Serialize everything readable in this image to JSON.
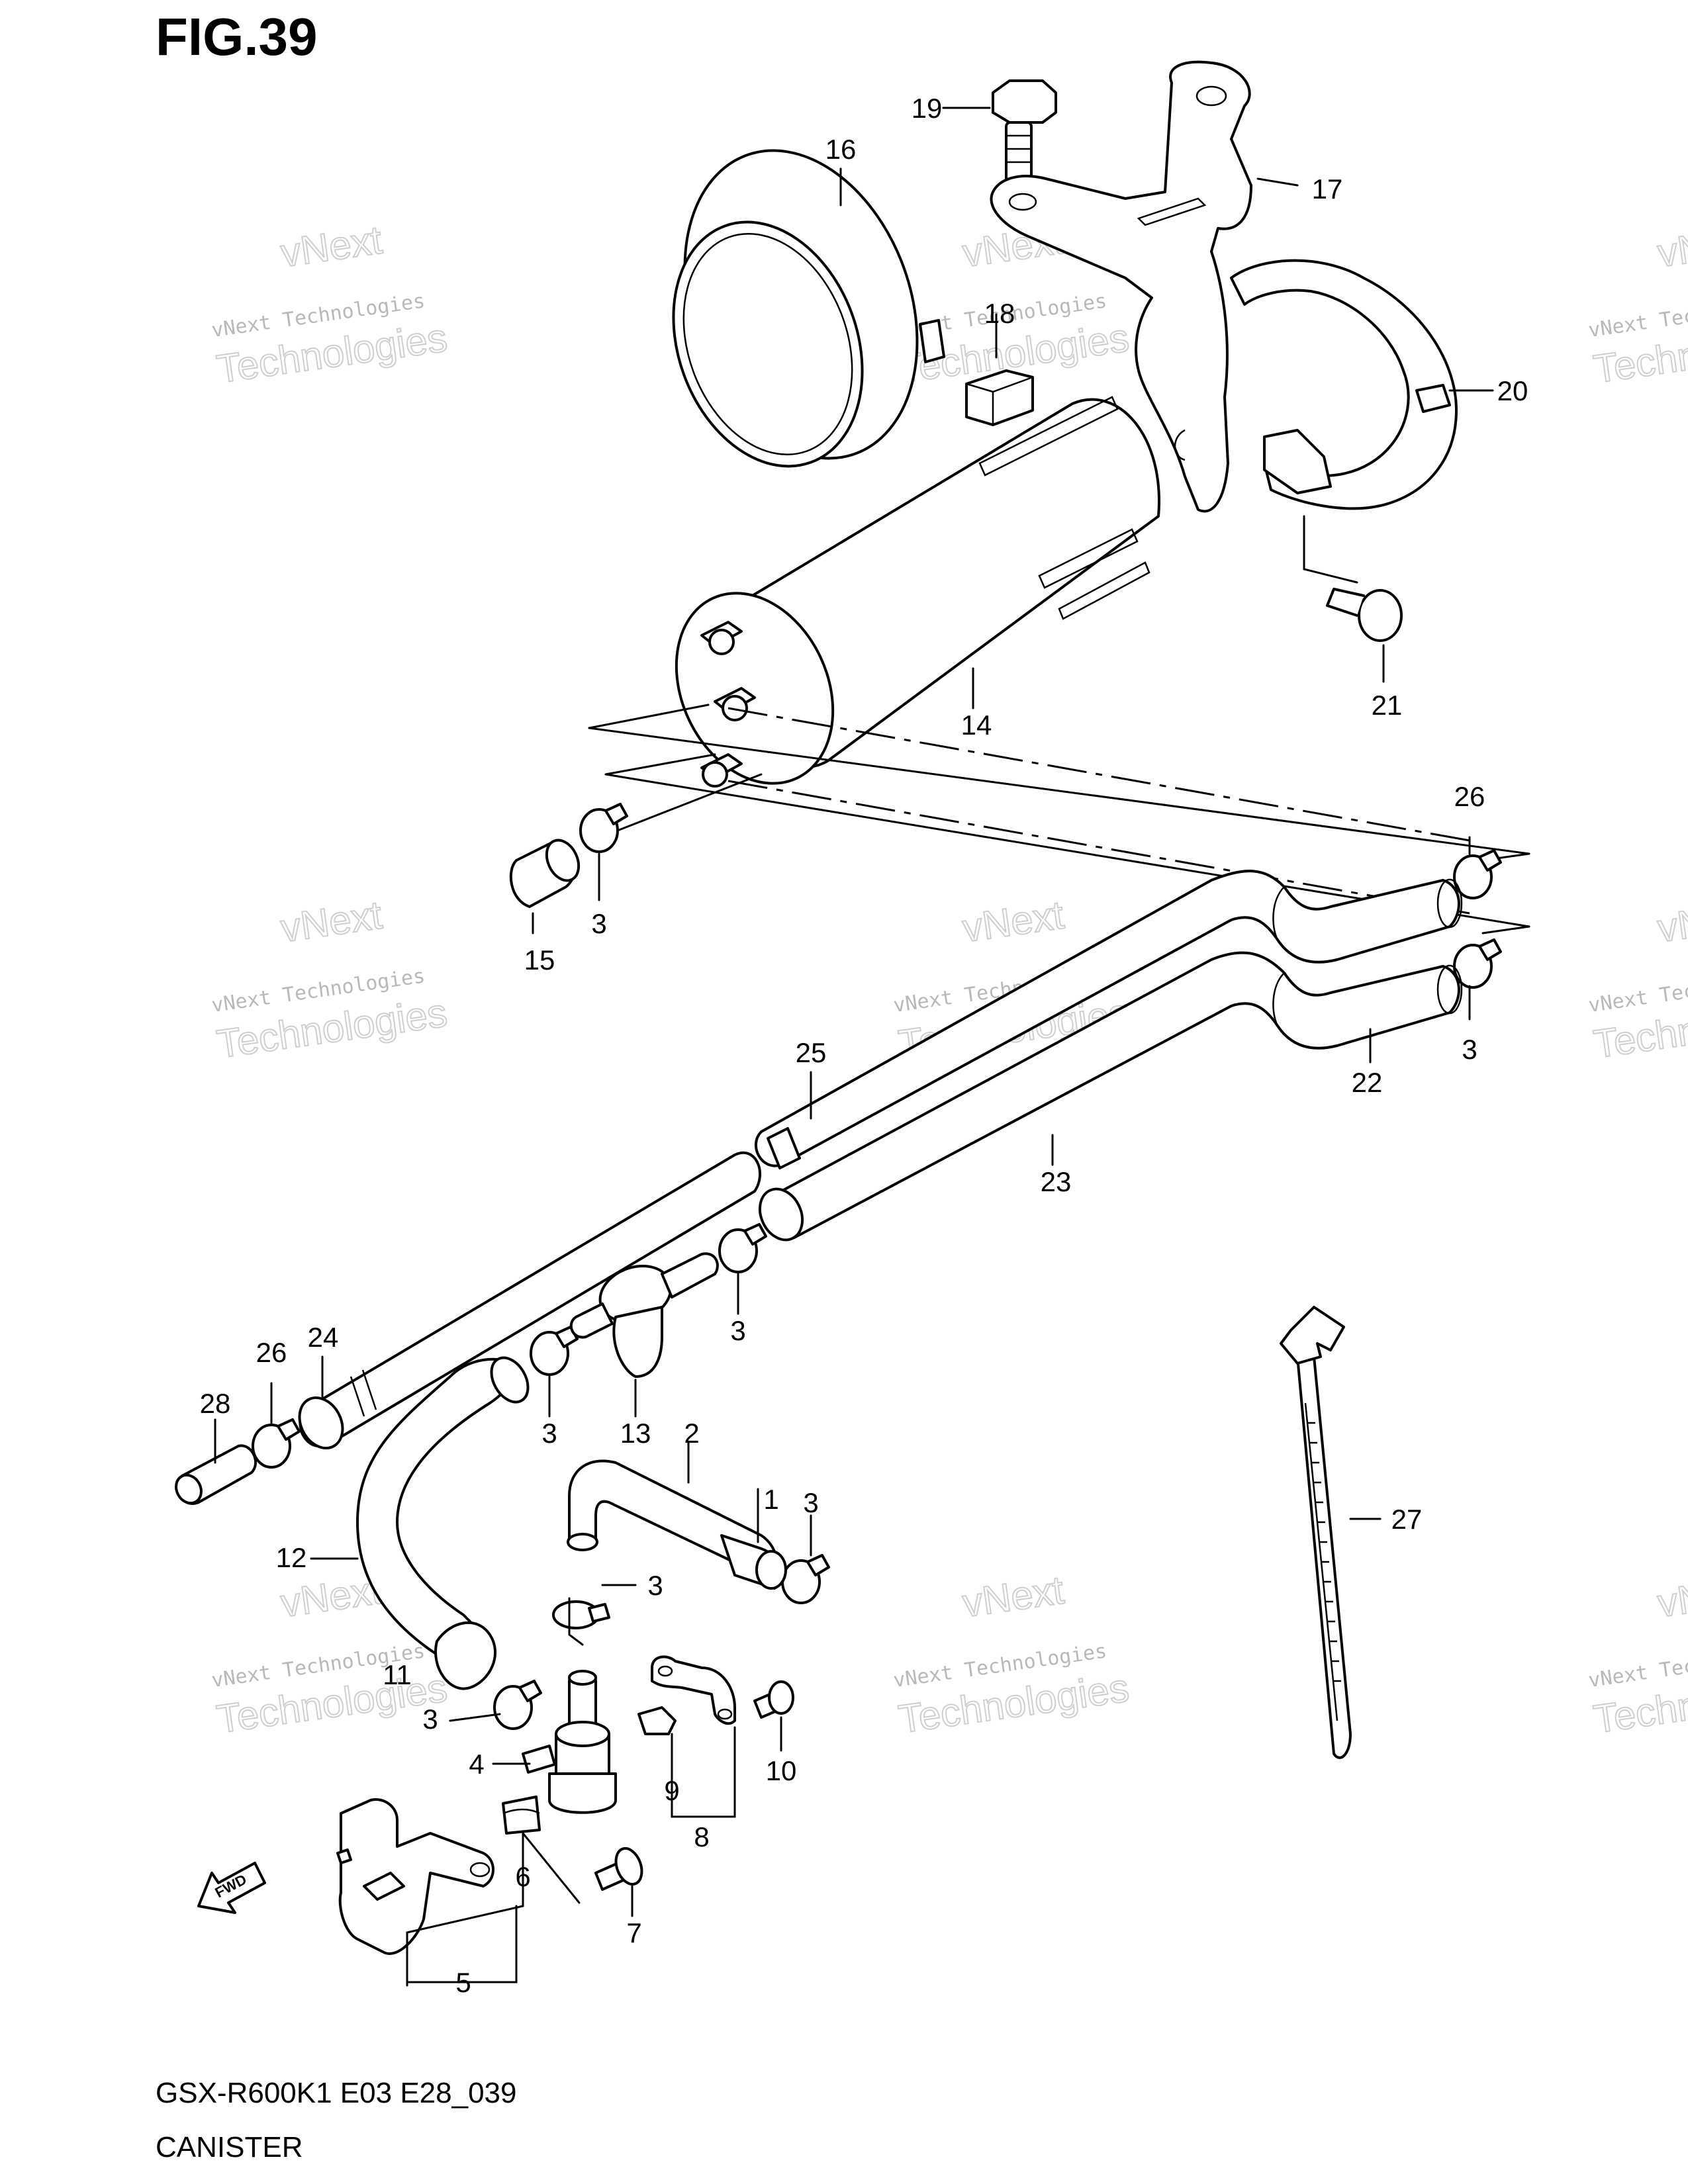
{
  "figure": {
    "title": "FIG.39",
    "model_code": "GSX-R600K1 E03 E28_039",
    "section_name": "CANISTER"
  },
  "watermark": {
    "line1": "vNext Technologies",
    "line2": "Technologies",
    "line3": "vNext"
  },
  "direction_marker": {
    "label": "FWD"
  },
  "callouts": [
    {
      "id": "c1",
      "label": "1"
    },
    {
      "id": "c2",
      "label": "2"
    },
    {
      "id": "c3a",
      "label": "3"
    },
    {
      "id": "c3b",
      "label": "3"
    },
    {
      "id": "c3c",
      "label": "3"
    },
    {
      "id": "c3d",
      "label": "3"
    },
    {
      "id": "c3e",
      "label": "3"
    },
    {
      "id": "c3f",
      "label": "3"
    },
    {
      "id": "c3g",
      "label": "3"
    },
    {
      "id": "c4",
      "label": "4"
    },
    {
      "id": "c5",
      "label": "5"
    },
    {
      "id": "c6",
      "label": "6"
    },
    {
      "id": "c7",
      "label": "7"
    },
    {
      "id": "c8",
      "label": "8"
    },
    {
      "id": "c9",
      "label": "9"
    },
    {
      "id": "c10",
      "label": "10"
    },
    {
      "id": "c11",
      "label": "11"
    },
    {
      "id": "c12",
      "label": "12"
    },
    {
      "id": "c13",
      "label": "13"
    },
    {
      "id": "c14",
      "label": "14"
    },
    {
      "id": "c15",
      "label": "15"
    },
    {
      "id": "c16",
      "label": "16"
    },
    {
      "id": "c17",
      "label": "17"
    },
    {
      "id": "c18",
      "label": "18"
    },
    {
      "id": "c19",
      "label": "19"
    },
    {
      "id": "c20",
      "label": "20"
    },
    {
      "id": "c21",
      "label": "21"
    },
    {
      "id": "c22",
      "label": "22"
    },
    {
      "id": "c23",
      "label": "23"
    },
    {
      "id": "c24",
      "label": "24"
    },
    {
      "id": "c25",
      "label": "25"
    },
    {
      "id": "c26a",
      "label": "26"
    },
    {
      "id": "c26b",
      "label": "26"
    },
    {
      "id": "c27",
      "label": "27"
    },
    {
      "id": "c28",
      "label": "28"
    }
  ]
}
